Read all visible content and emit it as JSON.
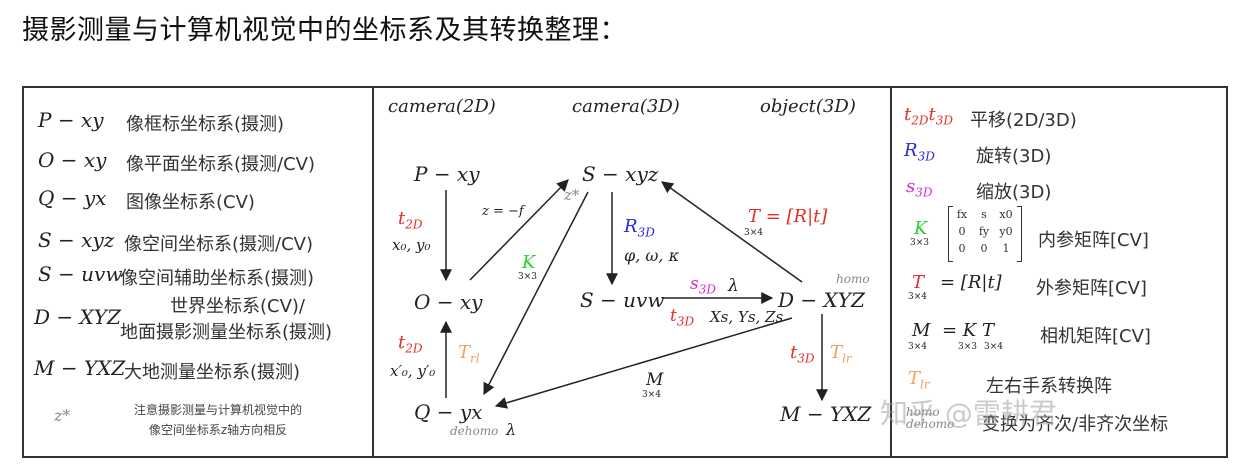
{
  "title": "摄影测量与计算机视觉中的坐标系及其转换整理：",
  "left_panel": {
    "rows": [
      {
        "symbol": "P − xy",
        "desc": "像框标坐标系(摄测)"
      },
      {
        "symbol": "O − xy",
        "desc": "像平面坐标系(摄测/CV)"
      },
      {
        "symbol": "Q − yx",
        "desc": "图像坐标系(CV)"
      },
      {
        "symbol": "S − xyz",
        "desc": "像空间坐标系(摄测/CV)"
      },
      {
        "symbol": "S − uvw",
        "desc": "像空间辅助坐标系(摄测)"
      },
      {
        "symbol": "D − XYZ",
        "desc": "世界坐标系(CV)/",
        "desc2": "地面摄影测量坐标系(摄测)"
      },
      {
        "symbol": "M − YXZ",
        "desc": "大地测量坐标系(摄测)"
      }
    ],
    "note_symbol": "z*",
    "note_line1": "注意摄影测量与计算机视觉中的",
    "note_line2": "像空间坐标系z轴方向相反"
  },
  "middle_panel": {
    "headers": [
      "camera(2D)",
      "camera(3D)",
      "object(3D)"
    ],
    "nodes": {
      "pxy": "P − xy",
      "oxy": "O − xy",
      "qyx": "Q − yx",
      "sxyz": "S − xyz",
      "suvw": "S − uvw",
      "dxyz": "D − XYZ",
      "myxz": "M − YXZ"
    },
    "labels": {
      "t2d_top": "t",
      "t2d_top_sub": "2D",
      "x0y0": "x₀, y₀",
      "z_eq": "z = −f",
      "zstar": "z*",
      "k": "K",
      "k_sub": "3×3",
      "r3d": "R",
      "r3d_sub": "3D",
      "angles": "φ, ω, κ",
      "t_eq": "T  = [R|t]",
      "t_sub": "3×4",
      "homo": "homo",
      "s3d": "s",
      "s3d_sub": "3D",
      "lambda1": "λ",
      "t3d_mid": "t",
      "t3d_mid_sub": "3D",
      "xs": "Xs, Ys, Zs",
      "t2d_bot": "t",
      "t2d_bot_sub": "2D",
      "x0py0p": "x′₀, y′₀",
      "trl": "T",
      "trl_sub": "rl",
      "m": "M",
      "m_sub": "3×4",
      "dehomo": "dehomo",
      "lambda2": "λ",
      "t3d_right": "t",
      "t3d_right_sub": "3D",
      "tlr": "T",
      "tlr_sub": "lr"
    }
  },
  "right_panel": {
    "rows": [
      {
        "desc": "平移(2D/3D)"
      },
      {
        "desc": "旋转(3D)"
      },
      {
        "desc": "缩放(3D)"
      },
      {
        "desc": "内参矩阵[CV]"
      },
      {
        "desc": "外参矩阵[CV]"
      },
      {
        "desc": "相机矩阵[CV]"
      },
      {
        "desc": "左右手系转换阵"
      },
      {
        "desc": "变换为齐次/非齐次坐标"
      }
    ],
    "sym": {
      "t2d": "t",
      "t2d_sub": "2D",
      "t3d": "t",
      "t3d_sub": "3D",
      "r": "R",
      "r_sub": "3D",
      "s": "s",
      "s_sub": "3D",
      "k": "K",
      "k_sub": "3×3",
      "t": "T",
      "t_eq": "= [R|t]",
      "t_sub": "3×4",
      "m": "M",
      "m_eq": "= K  T",
      "m_sub": "3×4",
      "k2_sub": "3×3",
      "t2_sub": "3×4",
      "tlr": "T",
      "tlr_sub": "lr",
      "homo": "homo",
      "dehomo": "dehomo"
    },
    "kmatrix": [
      [
        "fx",
        "s",
        "x0"
      ],
      [
        "0",
        "fy",
        "y0"
      ],
      [
        "0",
        "0",
        "1"
      ]
    ]
  },
  "watermark": "知乎 @雷耕君",
  "colors": {
    "red": "#e0302a",
    "blue": "#2a2ad4",
    "magenta": "#d52ad6",
    "green": "#2fcf2f",
    "orange": "#f0a060"
  }
}
